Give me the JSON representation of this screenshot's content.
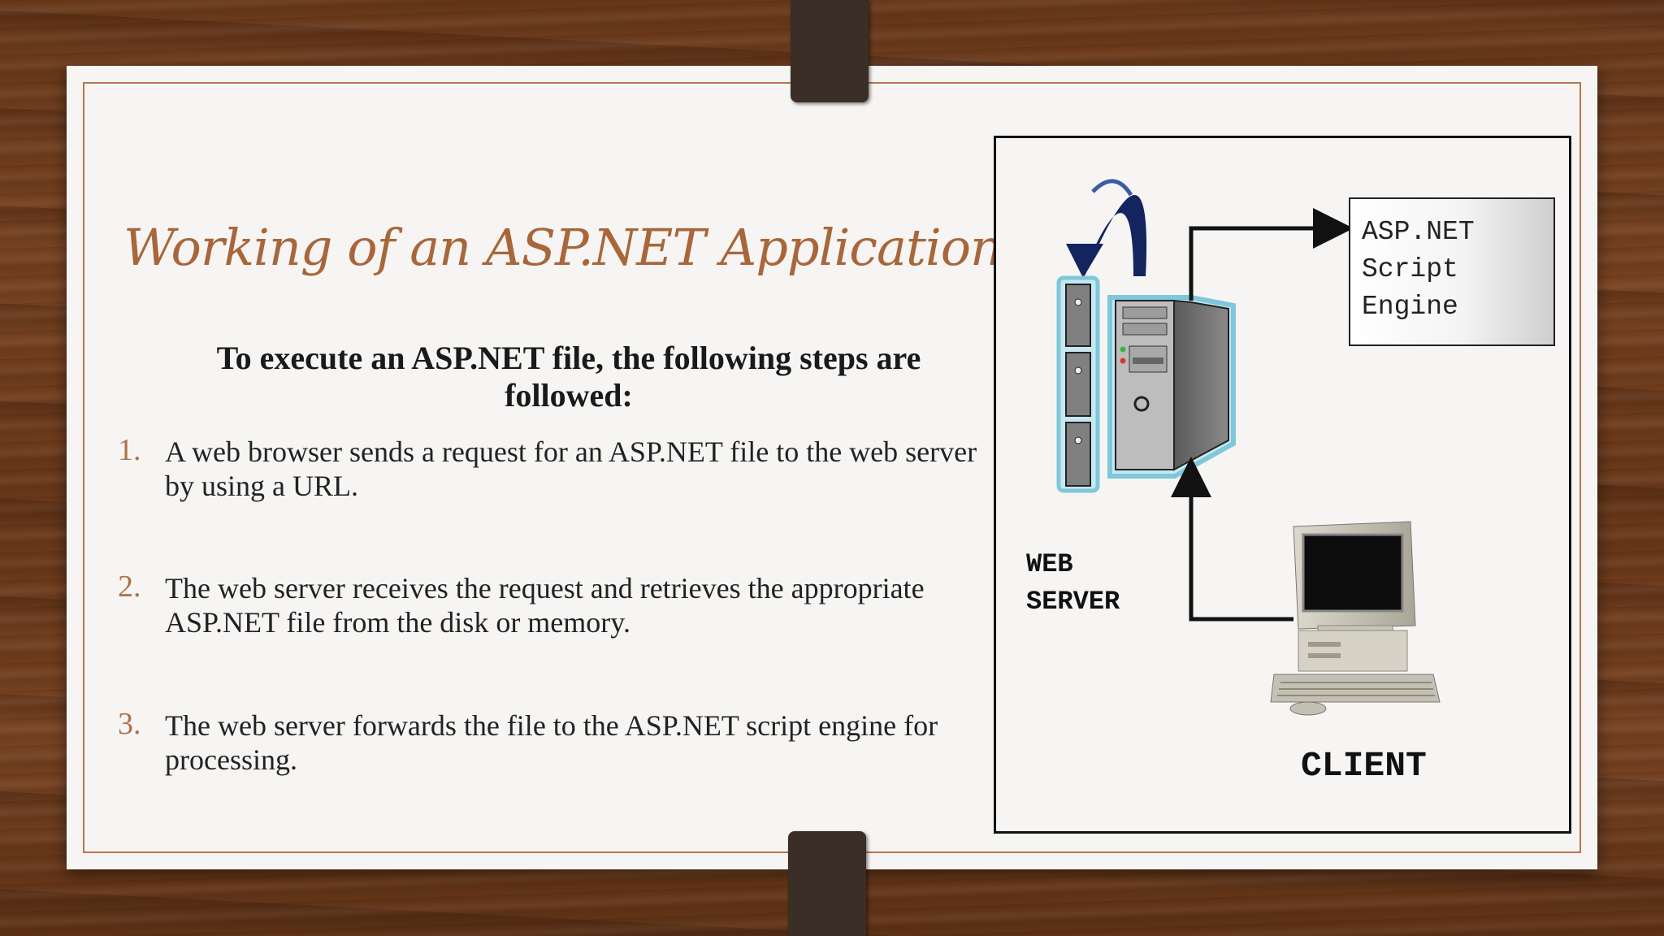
{
  "slide": {
    "title": "Working of an ASP.NET Application",
    "subtitle": "To execute an ASP.NET file, the following steps are followed:",
    "steps": [
      {
        "number": "1.",
        "text": "A web browser sends a request for an ASP.NET file to the web server by using a URL."
      },
      {
        "number": "2.",
        "text": "The web server receives the request and retrieves the appropriate ASP.NET file from the disk or memory."
      },
      {
        "number": "3.",
        "text": "The web server forwards the file to the ASP.NET script engine for processing."
      }
    ]
  },
  "diagram": {
    "engine_lines": [
      "ASP.NET",
      "Script",
      "Engine"
    ],
    "server_label_lines": [
      "WEB",
      "SERVER"
    ],
    "client_label": "CLIENT",
    "icons": [
      "server-rack-icon",
      "server-tower-icon",
      "client-computer-icon",
      "loop-arrow-icon"
    ]
  },
  "colors": {
    "title": "#a8663a",
    "number": "#b07248",
    "border": "#b5784b",
    "loop_arrow": "#14245e",
    "server_outline": "#7fc7da"
  }
}
